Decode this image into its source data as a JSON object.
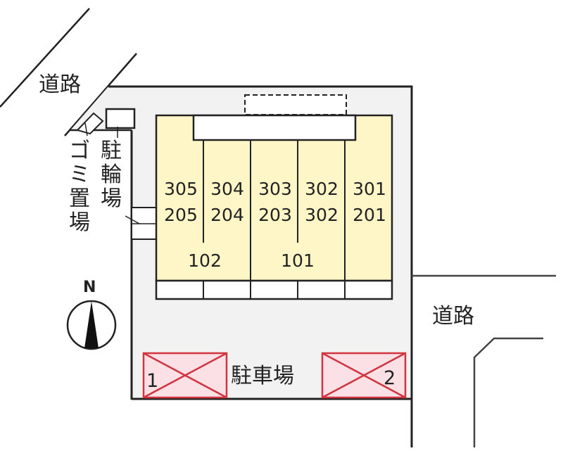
{
  "labels": {
    "road_top_left": "道路",
    "road_right": "道路",
    "garbage": "ゴミ置場",
    "bicycle": "駐輪場",
    "parking": "駐車場",
    "north": "N"
  },
  "units": {
    "row_upper": [
      "305",
      "304",
      "303",
      "302",
      "301"
    ],
    "row_middle": [
      "205",
      "204",
      "203",
      "302",
      "201"
    ],
    "row_lower": [
      "102",
      "101"
    ]
  },
  "parking_spaces": [
    {
      "number": "1"
    },
    {
      "number": "2"
    }
  ],
  "colors": {
    "lot_fill": "#f2f2f2",
    "building_fill": "#fff6c8",
    "parking_fill": "#fbe0e6",
    "parking_stroke": "#d0343f",
    "line": "#222222"
  }
}
